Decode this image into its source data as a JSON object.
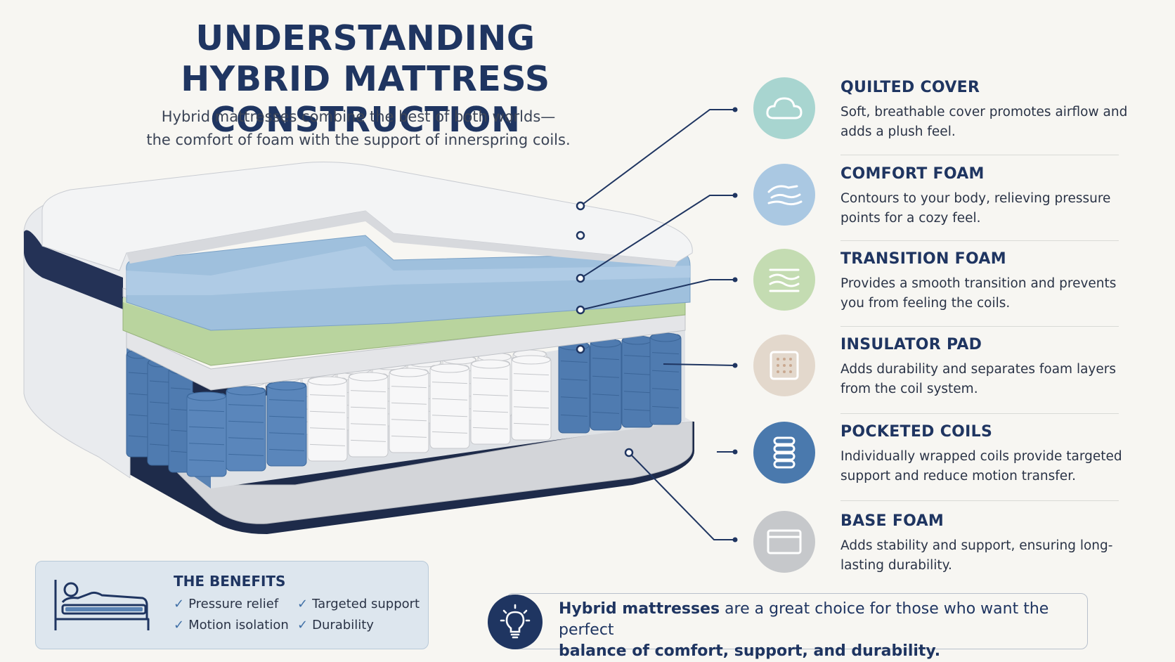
{
  "title": {
    "line1": "UNDERSTANDING",
    "line2": "HYBRID MATTRESS CONSTRUCTION"
  },
  "subtitle": {
    "line1": "Hybrid mattresses combine the best of both worlds—",
    "line2": "the comfort of foam with the support of innerspring coils."
  },
  "layers": [
    {
      "name": "QUILTED COVER",
      "desc": "Soft, breathable cover promotes airflow and adds a plush feel.",
      "icon": "cloud-icon",
      "color": "#a8d5d0"
    },
    {
      "name": "COMFORT FOAM",
      "desc": "Contours to your body, relieving pressure points for a cozy feel.",
      "icon": "hand-on-foam-icon",
      "color": "#aac8e2"
    },
    {
      "name": "TRANSITION FOAM",
      "desc": "Provides a smooth transition and prevents you from feeling the coils.",
      "icon": "wave-layers-icon",
      "color": "#c4dcb2"
    },
    {
      "name": "INSULATOR PAD",
      "desc": "Adds durability and separates foam layers from the coil system.",
      "icon": "grid-pad-icon",
      "color": "#e3d8cc"
    },
    {
      "name": "POCKETED COILS",
      "desc": "Individually wrapped coils provide targeted support and reduce motion transfer.",
      "icon": "coil-icon",
      "color": "#4a79ad"
    },
    {
      "name": "BASE FOAM",
      "desc": "Adds stability and support, ensuring long-lasting durability.",
      "icon": "base-block-icon",
      "color": "#c6c8cb"
    }
  ],
  "benefits": {
    "title": "THE BENEFITS",
    "icon": "bed-icon",
    "items": [
      "Pressure relief",
      "Targeted support",
      "Motion isolation",
      "Durability"
    ]
  },
  "callout": {
    "icon": "lightbulb-icon",
    "strong": "Hybrid mattresses",
    "text": " are a great choice for those who want the perfect",
    "line2": "balance of comfort, support, and durability."
  }
}
